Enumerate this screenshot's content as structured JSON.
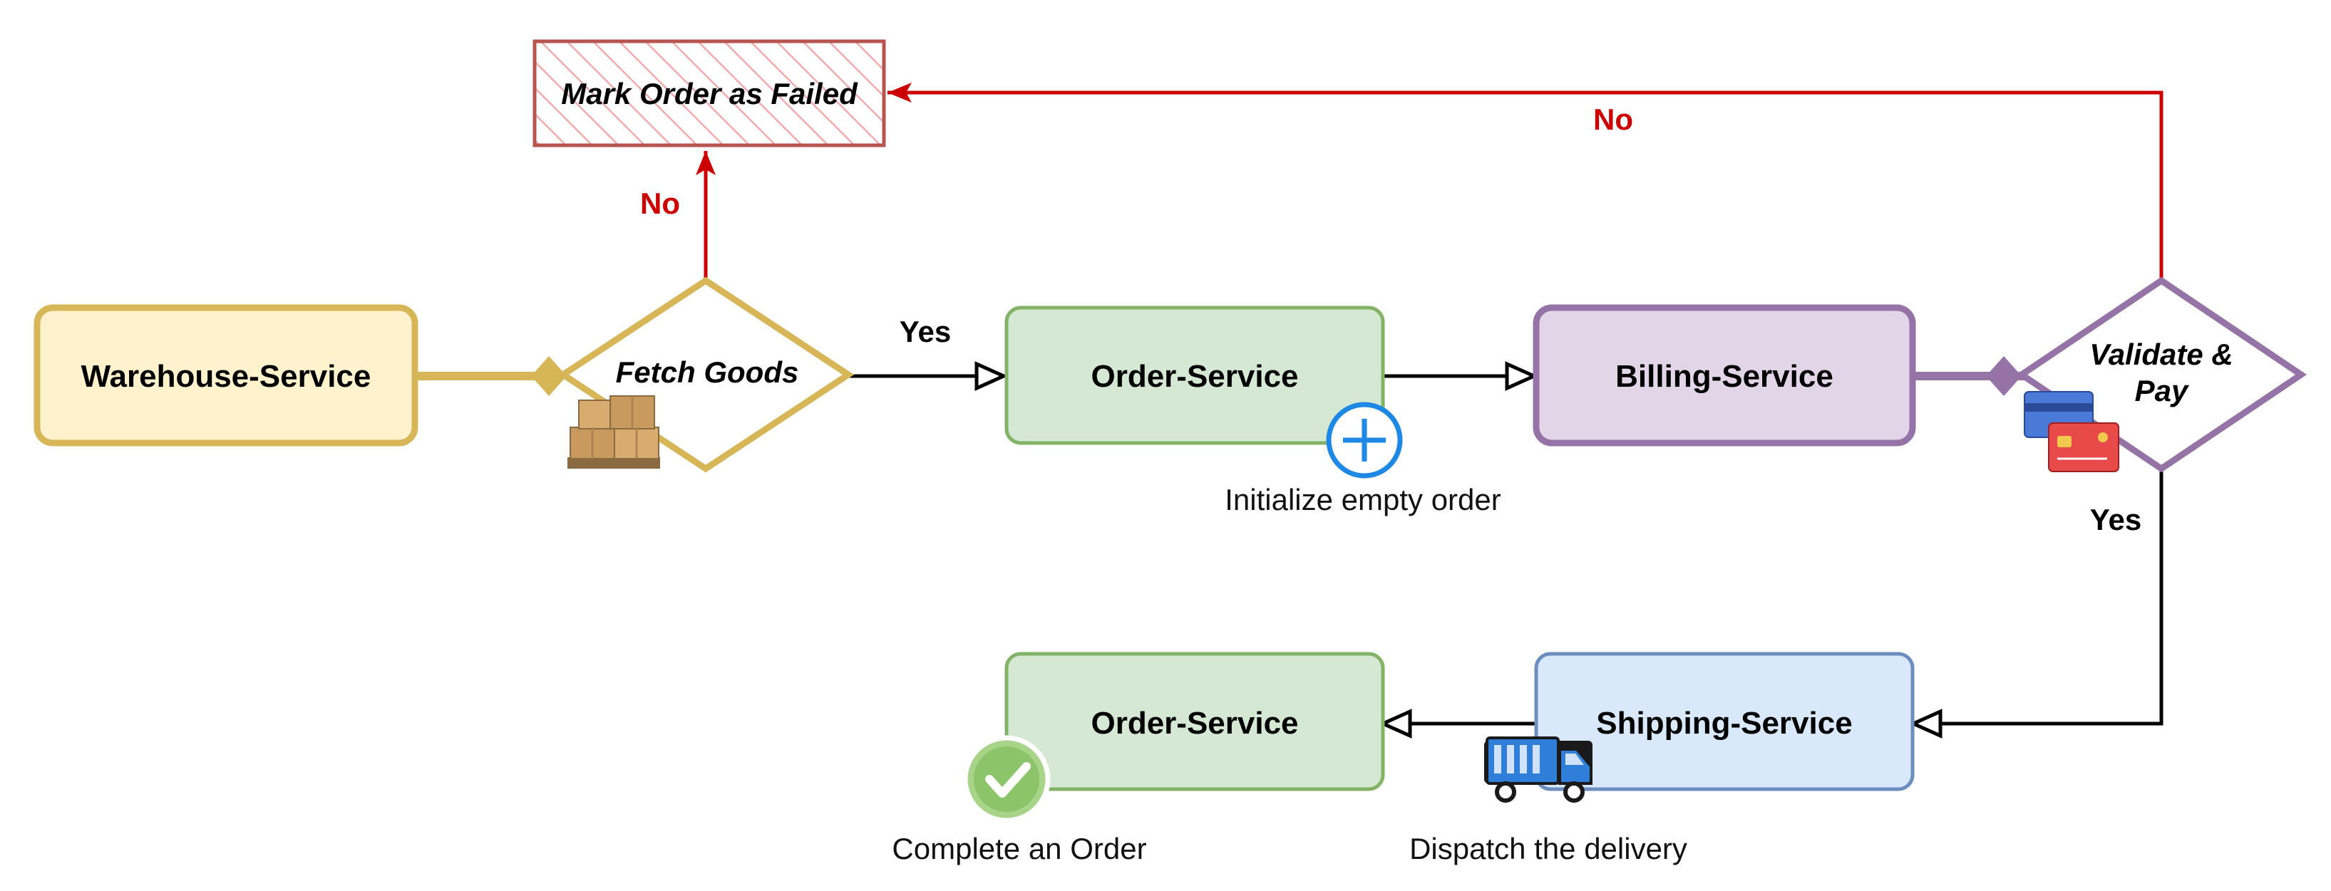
{
  "colors": {
    "failure": "#cc0000",
    "warehouse_fill": "#fff2cc",
    "warehouse_stroke": "#d6b656",
    "order_fill": "#d5e8d4",
    "order_stroke": "#82b366",
    "billing_fill": "#e1d5e7",
    "billing_stroke": "#9673a6",
    "shipping_fill": "#dae8fc",
    "shipping_stroke": "#6c8ebf",
    "edge": "#000000"
  },
  "nodes": {
    "mark_failed": "Mark Order as Failed",
    "warehouse": "Warehouse-Service",
    "fetch_goods": "Fetch Goods",
    "order_service_top": "Order-Service",
    "billing": "Billing-Service",
    "validate_pay_line1": "Validate &",
    "validate_pay_line2": "Pay",
    "order_service_bottom": "Order-Service",
    "shipping": "Shipping-Service"
  },
  "edge_labels": {
    "fetch_no": "No",
    "validate_no": "No",
    "fetch_yes": "Yes",
    "validate_yes": "Yes"
  },
  "captions": {
    "initialize": "Initialize empty order",
    "complete": "Complete an Order",
    "dispatch": "Dispatch the delivery"
  },
  "icons": [
    "boxes-icon",
    "plus-circle-icon",
    "credit-cards-icon",
    "truck-icon",
    "checkmark-circle-icon"
  ]
}
